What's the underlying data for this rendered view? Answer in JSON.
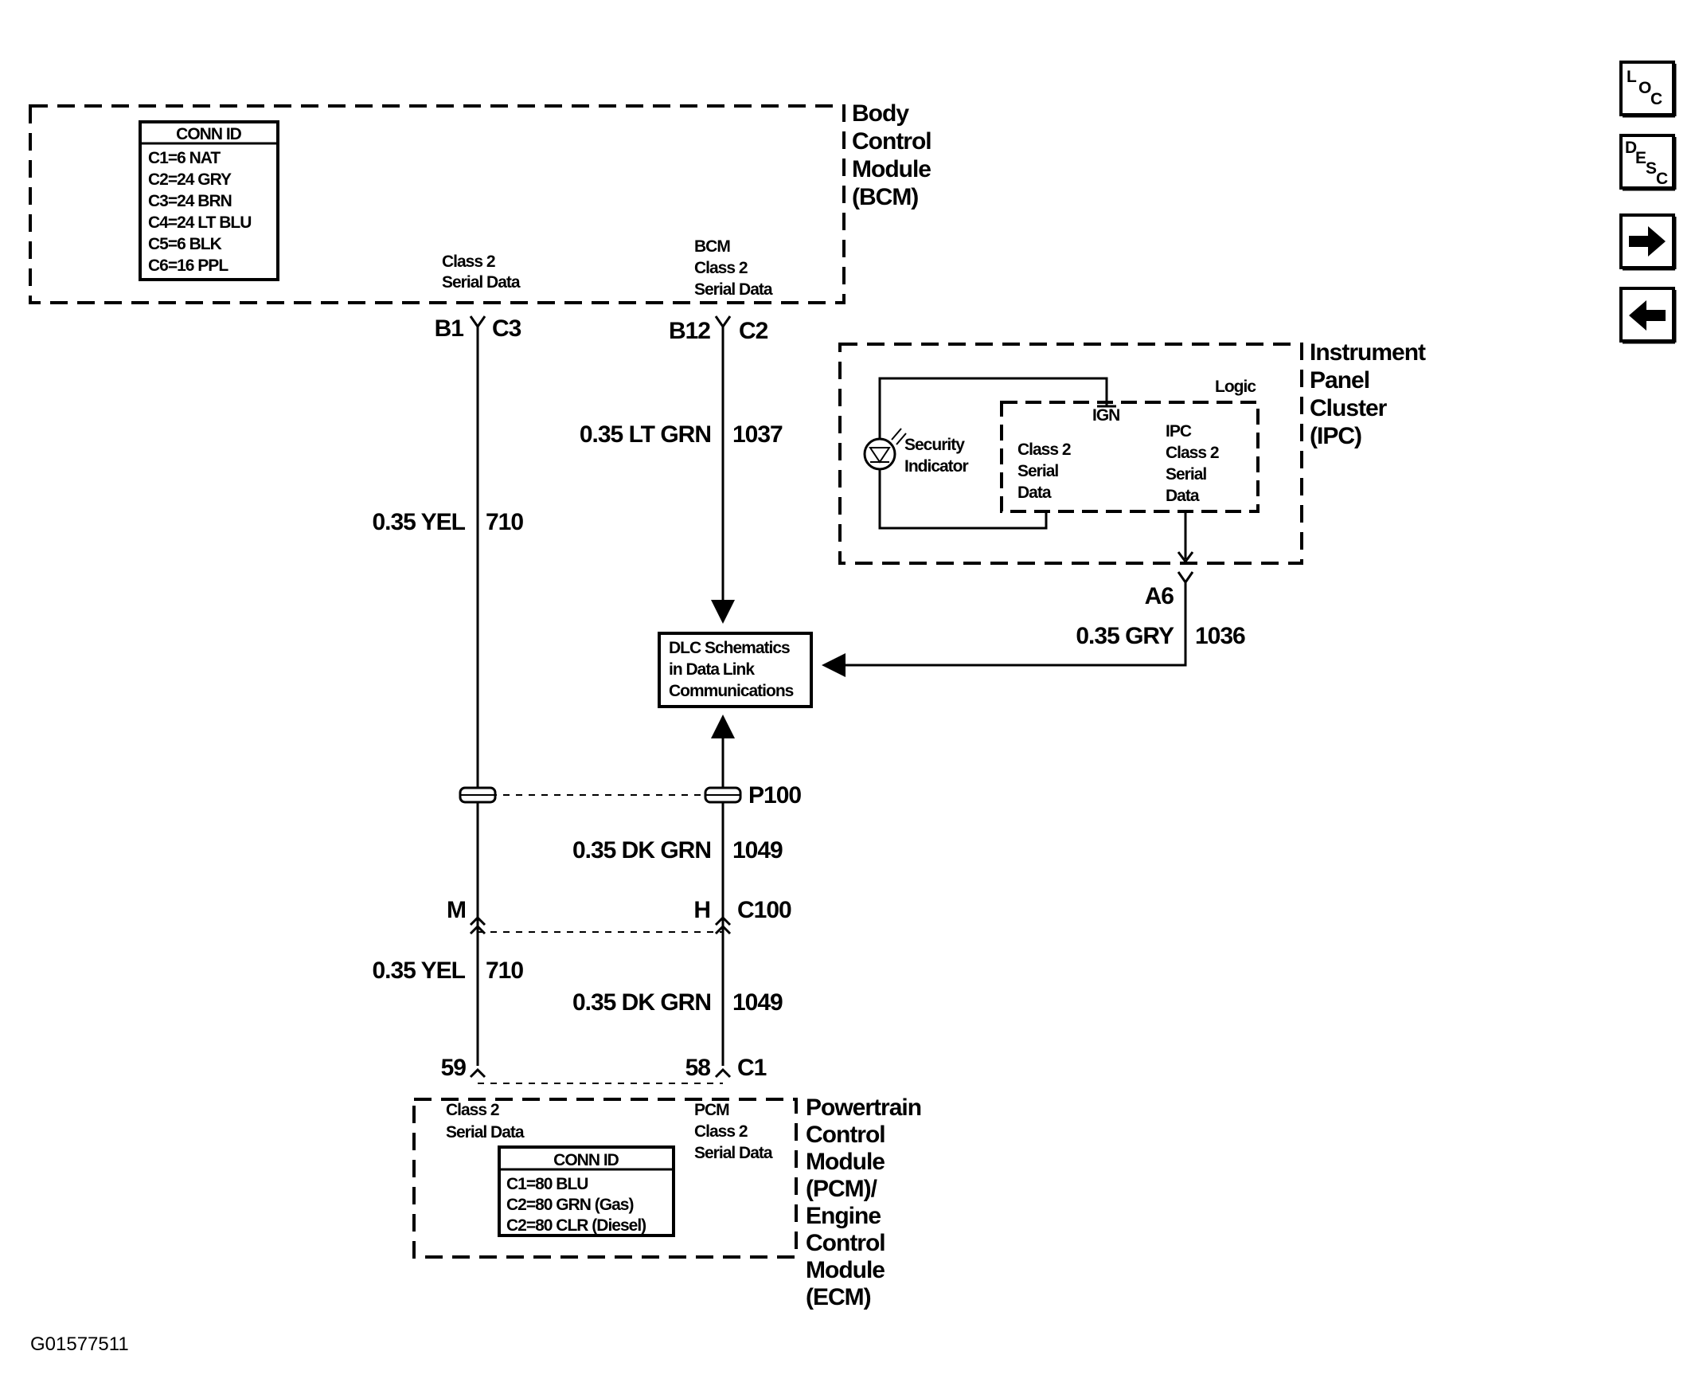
{
  "bcm": {
    "title": [
      "Body",
      "Control",
      "Module",
      "(BCM)"
    ],
    "conn_header": "CONN ID",
    "conn": [
      "C1=6 NAT",
      "C2=24 GRY",
      "C3=24 BRN",
      "C4=24 LT BLU",
      "C5=6 BLK",
      "C6=16 PPL"
    ],
    "sd1": [
      "Class 2",
      "Serial Data"
    ],
    "sd2": [
      "BCM",
      "Class 2",
      "Serial Data"
    ]
  },
  "ipc": {
    "title": [
      "Instrument",
      "Panel",
      "Cluster",
      "(IPC)"
    ],
    "logic": "Logic",
    "ign": "IGN",
    "security": [
      "Security",
      "Indicator"
    ],
    "sd1": [
      "Class 2",
      "Serial",
      "Data"
    ],
    "sd2": [
      "IPC",
      "Class 2",
      "Serial",
      "Data"
    ]
  },
  "pcm": {
    "title": [
      "Powertrain",
      "Control",
      "Module",
      "(PCM)/",
      "Engine",
      "Control",
      "Module",
      "(ECM)"
    ],
    "conn_header": "CONN ID",
    "conn": [
      "C1=80 BLU",
      "C2=80 GRN (Gas)",
      "C2=80 CLR (Diesel)"
    ],
    "sd1": [
      "Class 2",
      "Serial Data"
    ],
    "sd2": [
      "PCM",
      "Class 2",
      "Serial Data"
    ]
  },
  "dlc": [
    "DLC Schematics",
    "in Data Link",
    "Communications"
  ],
  "pins": {
    "b1": "B1",
    "c3": "C3",
    "b12": "B12",
    "c2": "C2",
    "a6": "A6",
    "m": "M",
    "h": "H",
    "c100": "C100",
    "p100": "P100",
    "p59": "59",
    "p58": "58",
    "c1": "C1"
  },
  "wires": {
    "w710_top": {
      "color": "0.35 YEL",
      "circuit": "710"
    },
    "w1037": {
      "color": "0.35 LT GRN",
      "circuit": "1037"
    },
    "w1036": {
      "color": "0.35 GRY",
      "circuit": "1036"
    },
    "w1049_top": {
      "color": "0.35 DK GRN",
      "circuit": "1049"
    },
    "w710_bot": {
      "color": "0.35 YEL",
      "circuit": "710"
    },
    "w1049_bot": {
      "color": "0.35 DK GRN",
      "circuit": "1049"
    }
  },
  "figure_id": "G01577511",
  "nav": {
    "loc": [
      "L",
      "O",
      "C"
    ],
    "desc": [
      "D",
      "E",
      "S",
      "C"
    ]
  }
}
